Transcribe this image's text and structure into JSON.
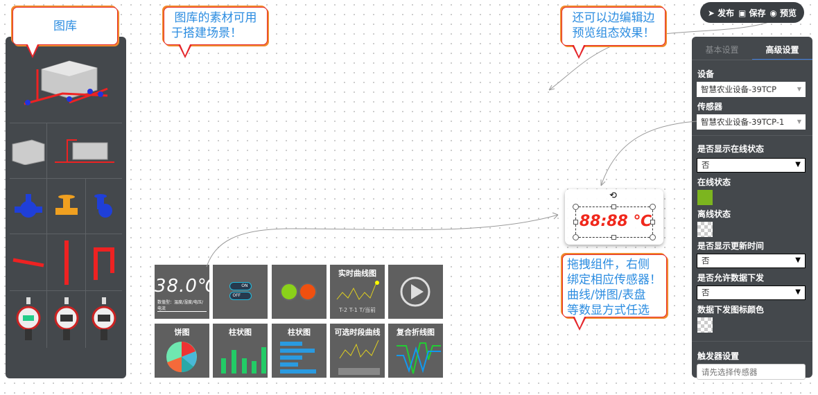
{
  "callouts": {
    "library": "图库",
    "materials": [
      "图库的素材可用",
      "于搭建场景！"
    ],
    "preview": [
      "还可以边编辑边",
      "预览组态效果！"
    ],
    "drag": [
      "拖拽组件，右侧",
      "绑定相应传感器！",
      "曲线/饼图/表盘",
      "等数显方式任选"
    ]
  },
  "toolbar": {
    "publish": "发布",
    "save": "保存",
    "preview": "预览"
  },
  "widget": {
    "value": "88:88 ℃"
  },
  "tiles": [
    {
      "title": "",
      "value": "38.0℃",
      "caption": "数值型：温度/湿度/电压/电流"
    },
    {
      "title": "",
      "on": "ON",
      "off": "OFF"
    },
    {
      "title": ""
    },
    {
      "title": "实时曲线图",
      "xlabels": [
        "T-2",
        "T-1",
        "T/当前"
      ]
    },
    {
      "title": ""
    },
    {
      "title": "饼图"
    },
    {
      "title": "柱状图"
    },
    {
      "title": "柱状图"
    },
    {
      "title": "可选时段曲线"
    },
    {
      "title": "复合折线图"
    }
  ],
  "panel": {
    "tabs": [
      "基本设置",
      "高级设置"
    ],
    "device_label": "设备",
    "device_value": "智慧农业设备-39TCP",
    "sensor_label": "传感器",
    "sensor_value": "智慧农业设备-39TCP-1",
    "show_online_label": "是否显示在线状态",
    "show_online_value": "否",
    "online_label": "在线状态",
    "online_color": "#7cb51f",
    "offline_label": "离线状态",
    "show_time_label": "是否显示更新时间",
    "show_time_value": "否",
    "allow_send_label": "是否允许数据下发",
    "allow_send_value": "否",
    "send_icon_color_label": "数据下发图标颜色",
    "trigger_label": "触发器设置",
    "trigger_placeholder": "请先选择传感器"
  }
}
